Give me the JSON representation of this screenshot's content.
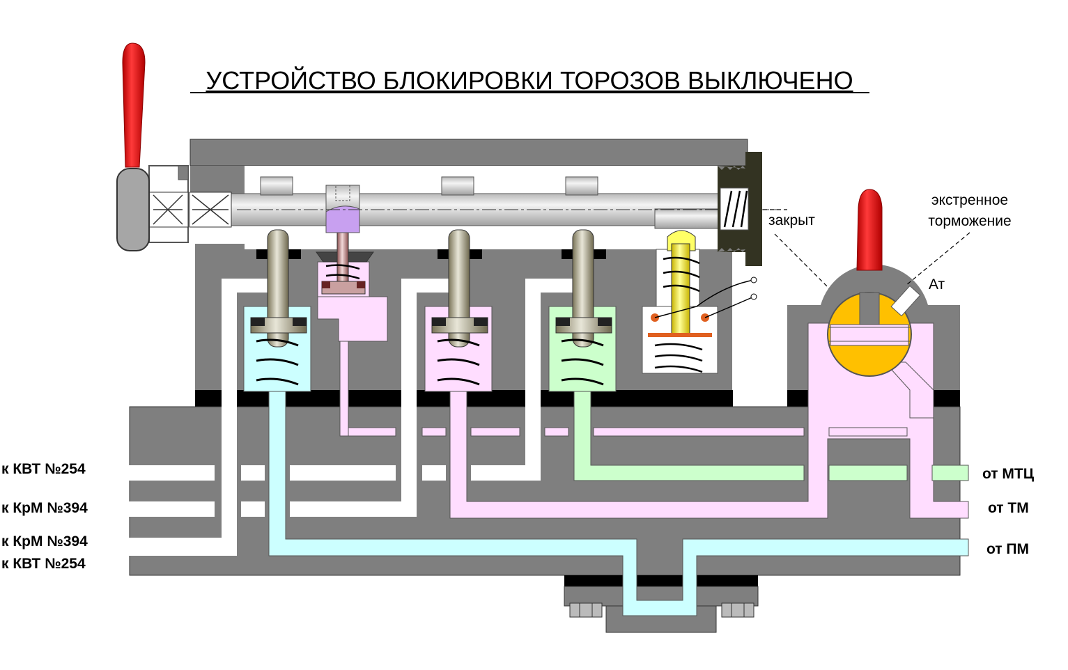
{
  "title": "УСТРОЙСТВО БЛОКИРОВКИ ТОРОЗОВ ВЫКЛЮЧЕНО",
  "left_ports": [
    "к КВТ №254",
    "к КрМ №394",
    "к КрМ №394",
    "к КВТ №254"
  ],
  "right_ports": [
    "от МТЦ",
    "от ТМ",
    "от ПМ"
  ],
  "labels": {
    "closed": "закрыт",
    "emergency_line1": "экстренное",
    "emergency_line2": "торможение",
    "at": "Ат"
  },
  "colors": {
    "body": "#7f7f7f",
    "channel_white": "#ffffff",
    "channel_cyan": "#ccffff",
    "channel_pink": "#ffddff",
    "channel_green": "#ccffcc",
    "handle_red": "#e80000",
    "valve_orange": "#ffc000",
    "gasket": "#000000",
    "nut": "#333322"
  }
}
